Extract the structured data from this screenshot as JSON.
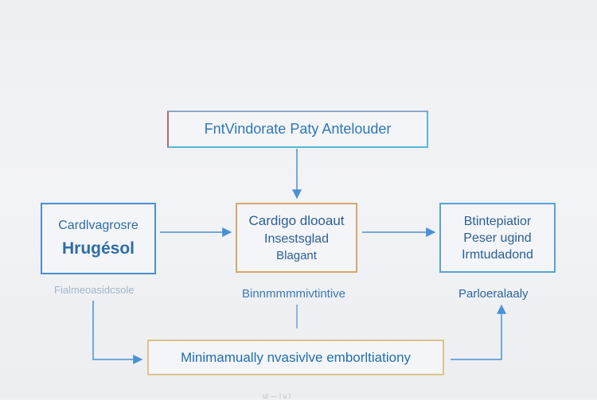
{
  "diagram": {
    "top_node": {
      "label": "FntVindorate Paty Antelouder"
    },
    "left_node": {
      "line1": "Cardlvagrosre",
      "line2": "Hrugésol"
    },
    "center_node": {
      "line1": "Cardigo dlooaut",
      "line2": "Insestsglad",
      "line3": "Blagant"
    },
    "right_node": {
      "line1": "Btintepiatior",
      "line2": "Peser ugind",
      "line3": "Irmtudadond"
    },
    "bottom_node": {
      "label": "Minimamually nvasivlve emborltiationy"
    },
    "labels": {
      "left": "Fialmeoasidcsole",
      "center": "Binnmmmmivtintive",
      "right": "Parloeralaaly",
      "caption": "ul  —  l u l"
    },
    "colors": {
      "arrow": "#4a90d6",
      "text_primary": "#2d6ca8",
      "box_blue": "#4a8fcf",
      "box_gold": "#d6a96a",
      "background": "#eef0f3"
    }
  }
}
